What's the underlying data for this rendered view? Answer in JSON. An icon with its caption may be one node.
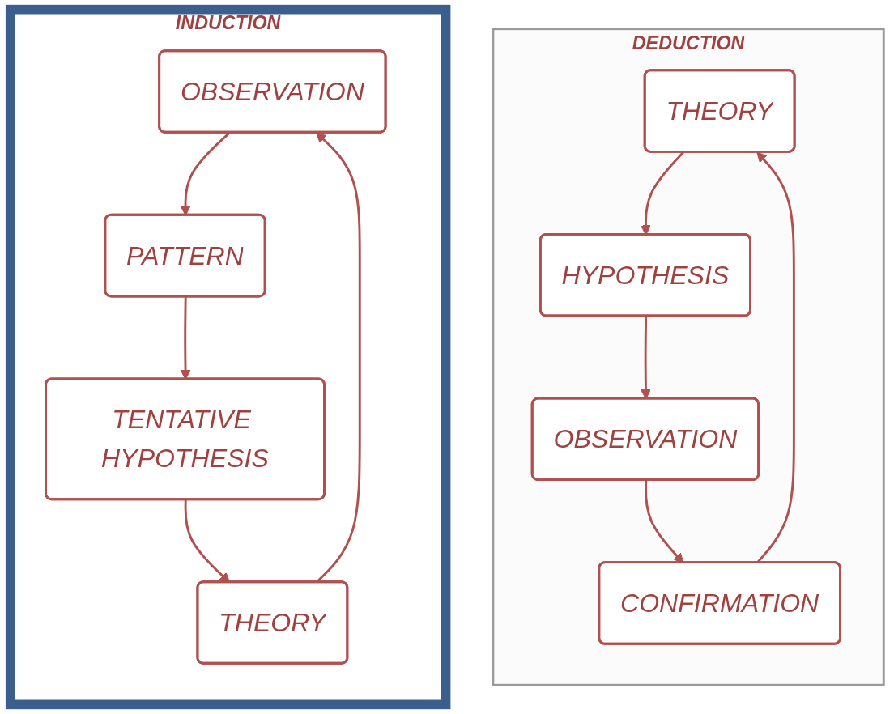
{
  "diagram": {
    "nodes": [
      {
        "text": [
          "DEDUCTION"
        ]
      },
      {
        "text": [
          "THEORY"
        ],
        "in": 0
      },
      {
        "text": [
          "HYPOTHESIS"
        ],
        "in": 0
      },
      {
        "text": [
          "OBSERVATION"
        ],
        "in": 0
      },
      {
        "text": [
          "CONFIRMATION"
        ],
        "in": 0
      },
      {
        "text": [
          "INDUCTION"
        ]
      },
      {
        "text": [
          "OBSERVATION"
        ],
        "in": 5
      },
      {
        "text": [
          "PATTERN"
        ],
        "in": 5
      },
      {
        "text": [
          "TENTATIVE HYPOTHESIS"
        ],
        "in": 5
      },
      {
        "text": [
          "THEORY"
        ],
        "in": 5
      }
    ],
    "edges": [
      {
        "from": 1,
        "to": 2,
        "arrow": "to"
      },
      {
        "from": 2,
        "to": 3,
        "arrow": "to"
      },
      {
        "from": 3,
        "to": 4,
        "arrow": "to"
      },
      {
        "from": 4,
        "to": 1,
        "arrow": "to"
      },
      {
        "from": 6,
        "to": 7,
        "arrow": "to"
      },
      {
        "from": 7,
        "to": 8,
        "arrow": "to"
      },
      {
        "from": 8,
        "to": 9,
        "arrow": "to"
      },
      {
        "from": 9,
        "to": 6,
        "arrow": "to"
      }
    ]
  }
}
